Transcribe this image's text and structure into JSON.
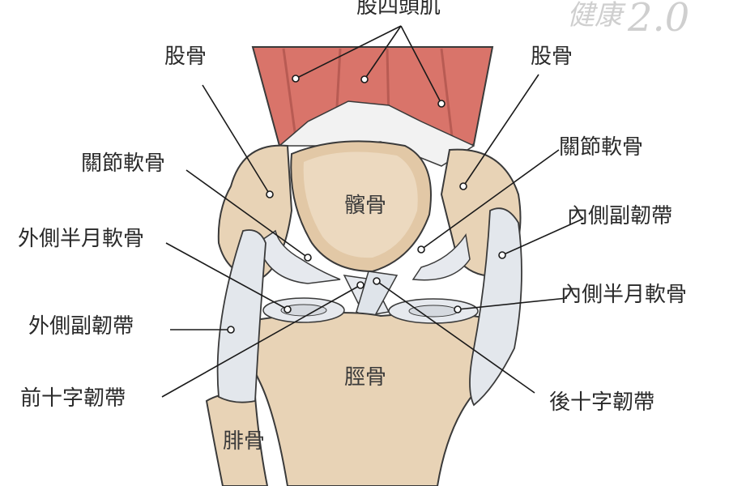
{
  "title": "股四頭肌",
  "watermark": {
    "text": "健康",
    "version": "2.0"
  },
  "labels": {
    "femur_left": "股骨",
    "femur_right": "股骨",
    "cartilage_left": "關節軟骨",
    "cartilage_right": "關節軟骨",
    "patella": "髕骨",
    "lateral_meniscus": "外側半月軟骨",
    "medial_collateral": "內側副韌帶",
    "medial_meniscus": "內側半月軟骨",
    "lateral_collateral": "外側副韌帶",
    "acl": "前十字韌帶",
    "pcl": "後十字韌帶",
    "tibia": "脛骨",
    "fibula": "腓骨"
  },
  "colors": {
    "muscle": "#d9746a",
    "bone": "#e8d3b6",
    "bone_shade": "#d8bc98",
    "ligament": "#dfe4ea",
    "outline": "#3a3a3a"
  }
}
